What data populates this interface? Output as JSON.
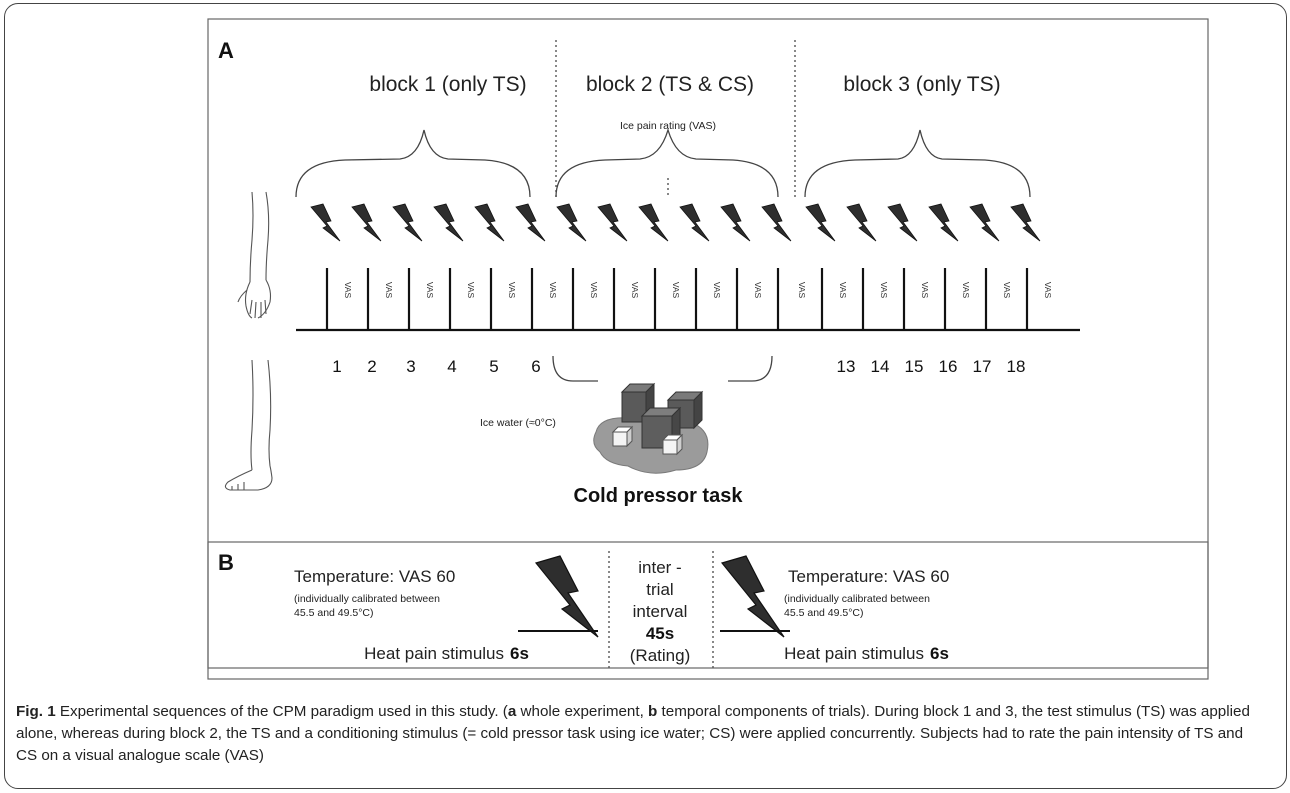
{
  "panel_a": {
    "label": "A",
    "block1": "block 1 (only TS)",
    "block2": "block 2 (TS & CS)",
    "block3": "block 3 (only TS)",
    "ice_rating": "Ice pain rating (VAS)",
    "vas": "VAS",
    "trials_left": [
      "1",
      "2",
      "3",
      "4",
      "5",
      "6"
    ],
    "trials_right": [
      "13",
      "14",
      "15",
      "16",
      "17",
      "18"
    ],
    "ice_water": "Ice water (≈0°C)",
    "cold_pressor": "Cold pressor task"
  },
  "panel_b": {
    "label": "B",
    "temp_label": "Temperature: VAS 60",
    "calib_line1": "(individually calibrated between",
    "calib_line2": "45.5 and 49.5°C)",
    "heat_label": "Heat pain stimulus",
    "heat_duration": "6s",
    "iti_line1": "inter -",
    "iti_line2": "trial",
    "iti_line3": "interval",
    "iti_value": "45s",
    "iti_rating": "(Rating)"
  },
  "caption": {
    "fig_label": "Fig. 1",
    "p1": " Experimental sequences of the CPM paradigm used in this study. (",
    "a": "a",
    "p2": " whole experiment, ",
    "b": "b",
    "p3": " temporal components of trials). During block 1 and 3, the test stimulus (TS) was applied alone, whereas during block 2, the TS and a conditioning stimulus (= cold pressor task using ice water; CS) were applied concurrently. Subjects had to rate the pain intensity of TS and CS on a visual analogue scale (VAS)"
  }
}
